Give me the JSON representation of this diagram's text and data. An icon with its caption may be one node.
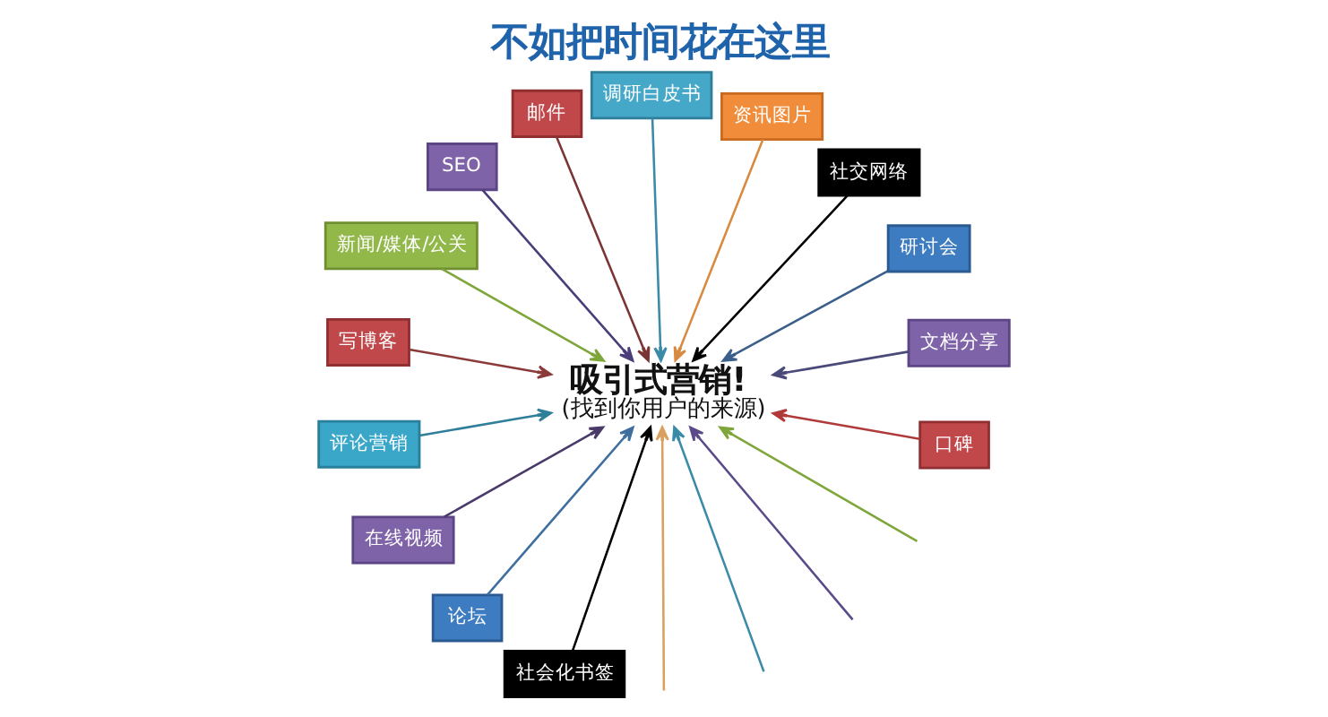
{
  "diagram": {
    "title": "不如把时间花在这里",
    "nodes": [
      {
        "text": [
          "新闻/媒体/公关"
        ]
      },
      {
        "text": [
          "SEO"
        ]
      },
      {
        "text": [
          "邮件"
        ]
      },
      {
        "text": [
          "调研白皮书"
        ]
      },
      {
        "text": [
          "写博客"
        ]
      },
      {
        "text": [
          "资讯图片"
        ]
      },
      {
        "text": [
          "评论营销"
        ]
      },
      {
        "text": [
          "社交网络"
        ]
      },
      {
        "text": [
          "在线视频"
        ]
      },
      {
        "text": [
          "吸引式营销!",
          "(找到你用户的来源)"
        ]
      },
      {
        "text": [
          "研讨会"
        ]
      },
      {
        "text": [
          "论坛"
        ]
      },
      {
        "text": [
          "文档分享"
        ]
      },
      {
        "text": [
          "社会化书签"
        ]
      },
      {
        "text": [
          "口碑"
        ]
      }
    ],
    "edges": [
      {
        "from": 12,
        "to": 9,
        "arrow": "to",
        "color": "#4a4a7a"
      },
      {
        "from": 10,
        "to": 9,
        "arrow": "to",
        "color": "#3a5f8a"
      },
      {
        "from": 7,
        "to": 9,
        "arrow": "to",
        "color": "#000000"
      },
      {
        "from": 5,
        "to": 9,
        "arrow": "to",
        "color": "#d88a40"
      },
      {
        "from": 3,
        "to": 9,
        "arrow": "to",
        "color": "#3a8aa8"
      },
      {
        "from": 2,
        "to": 9,
        "arrow": "to",
        "color": "#7a3535"
      },
      {
        "from": 1,
        "to": 9,
        "arrow": "to",
        "color": "#4b3d7a"
      },
      {
        "from": 0,
        "to": 9,
        "arrow": "to",
        "color": "#7ea63a"
      },
      {
        "from": 4,
        "to": 9,
        "arrow": "to",
        "color": "#8b3a3a"
      },
      {
        "from": 6,
        "to": 9,
        "arrow": "to",
        "color": "#2f7f9a"
      },
      {
        "from": 8,
        "to": 9,
        "arrow": "to",
        "color": "#4a3a6a"
      },
      {
        "from": 11,
        "to": 9,
        "arrow": "to",
        "color": "#3f6f9f"
      },
      {
        "from": 13,
        "to": 9,
        "arrow": "to",
        "color": "#000000"
      },
      {
        "from": null,
        "to": 9,
        "arrow": "to",
        "color": "#d9a060"
      },
      {
        "from": null,
        "to": 9,
        "arrow": "to",
        "color": "#3a8aa8"
      },
      {
        "from": null,
        "to": 9,
        "arrow": "to",
        "color": "#5a4a8a"
      },
      {
        "from": null,
        "to": 9,
        "arrow": "to",
        "color": "#7ea63a"
      },
      {
        "from": 14,
        "to": 9,
        "arrow": "to",
        "color": "#b03a3a"
      }
    ]
  }
}
